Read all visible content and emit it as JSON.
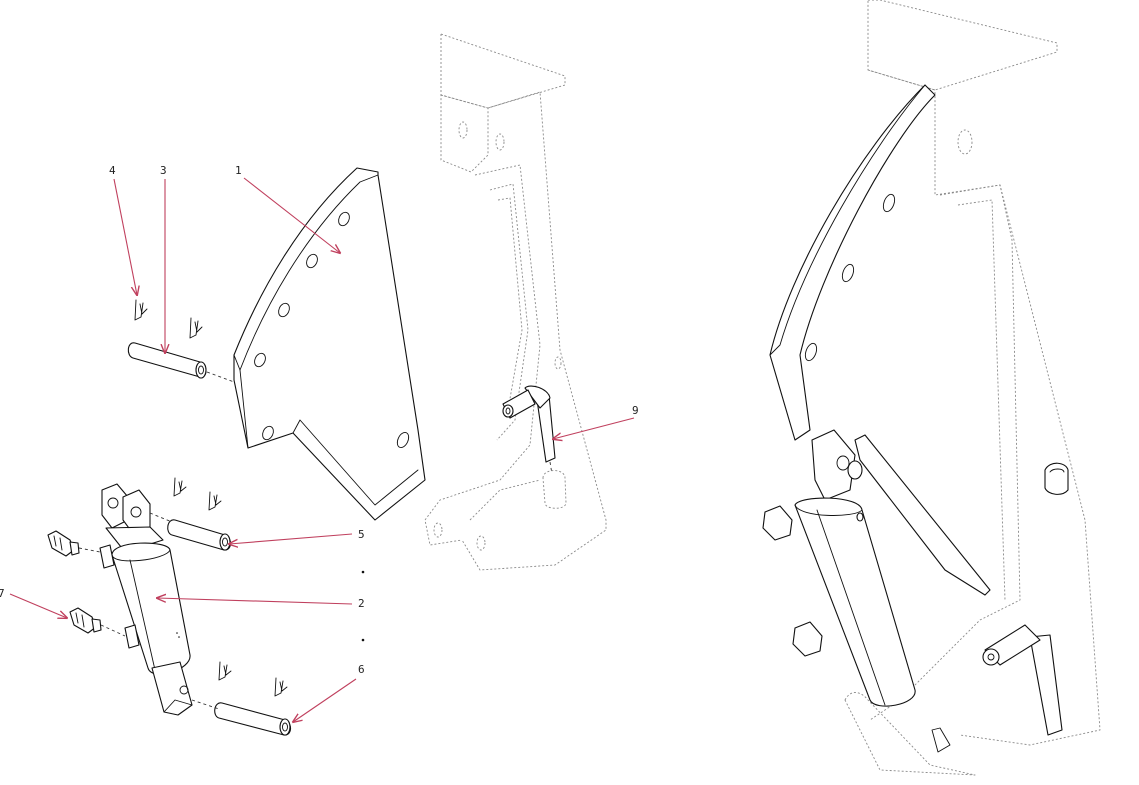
{
  "callouts": [
    {
      "id": "1",
      "label": "1"
    },
    {
      "id": "2",
      "label": "2"
    },
    {
      "id": "3",
      "label": "3"
    },
    {
      "id": "4",
      "label": "4"
    },
    {
      "id": "5",
      "label": "5"
    },
    {
      "id": "6",
      "label": "6"
    },
    {
      "id": "7",
      "label": "7"
    },
    {
      "id": "9",
      "label": "9"
    }
  ],
  "colors": {
    "leader": "#c0405e",
    "line": "#111111",
    "ghost": "#8a8a8a"
  }
}
